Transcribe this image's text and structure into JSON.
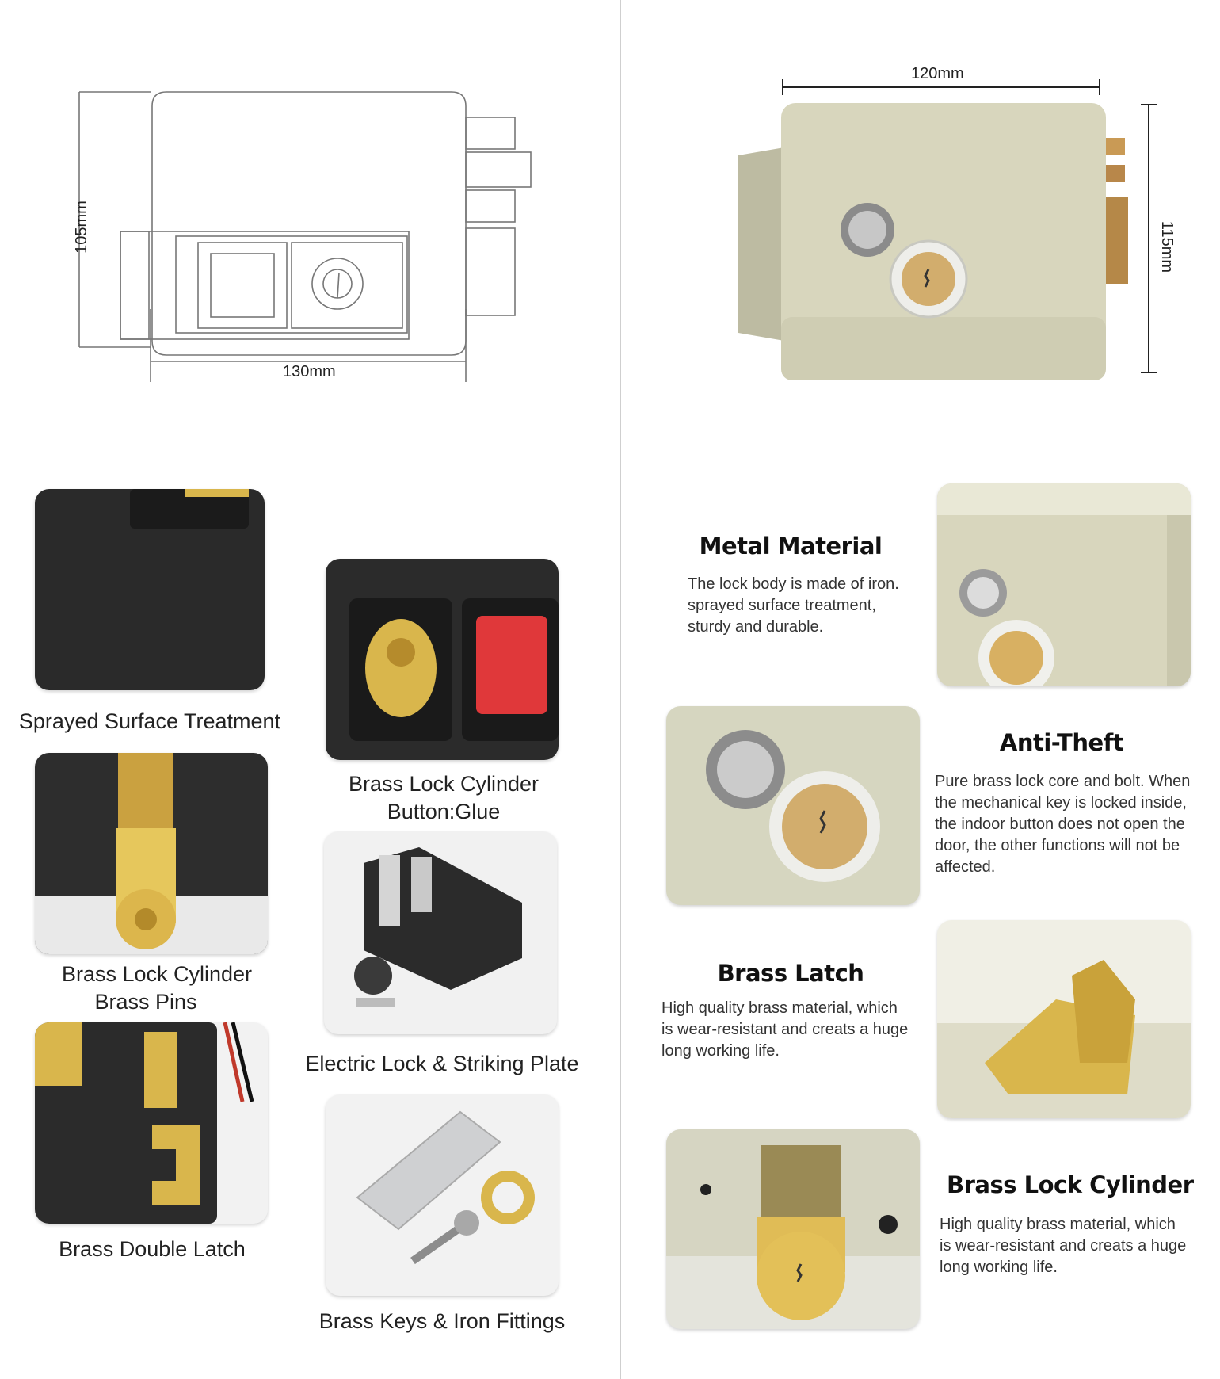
{
  "drawing": {
    "width_label": "130mm",
    "height_label": "105mm"
  },
  "product": {
    "width_label": "120mm",
    "height_label": "115mm"
  },
  "left_captions": [
    {
      "lines": [
        "Sprayed Surface Treatment"
      ]
    },
    {
      "lines": [
        "Brass Lock Cylinder",
        "Brass Pins"
      ]
    },
    {
      "lines": [
        "Brass Double Latch"
      ]
    },
    {
      "lines": [
        "Brass Lock Cylinder",
        "Button:Glue"
      ]
    },
    {
      "lines": [
        "Electric Lock & Striking Plate"
      ]
    },
    {
      "lines": [
        "Brass Keys & Iron Fittings"
      ]
    }
  ],
  "features": [
    {
      "title": "Metal Material",
      "desc": [
        "The lock body is made of iron.",
        "sprayed surface treatment,",
        "sturdy  and durable."
      ]
    },
    {
      "title": "Anti-Theft",
      "desc": [
        "Pure brass lock core and bolt. When",
        "the mechanical key is locked inside,",
        "the indoor button does not open the",
        "door, the other functions will not be",
        "affected."
      ]
    },
    {
      "title": "Brass Latch",
      "desc": [
        "High quality brass material, which",
        "is wear-resistant and creats a huge",
        "long working life."
      ]
    },
    {
      "title": "Brass Lock Cylinder",
      "desc": [
        "High quality brass material, which",
        "is wear-resistant and creats a huge",
        "long working life."
      ]
    }
  ],
  "colors": {
    "body_beige": "#d8d6bd",
    "brass": "#d9b64c",
    "black_body": "#2b2b2b",
    "button_red": "#e0383a"
  }
}
